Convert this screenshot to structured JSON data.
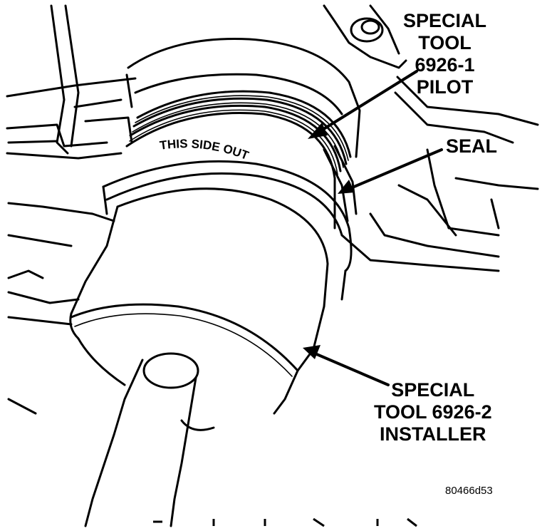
{
  "labels": {
    "pilot": {
      "line1": "SPECIAL",
      "line2": "TOOL",
      "line3": "6926-1",
      "line4": "PILOT"
    },
    "seal": "SEAL",
    "installer": {
      "line1": "SPECIAL",
      "line2": "TOOL 6926-2",
      "line3": "INSTALLER"
    },
    "ring_text": "THIS SIDE OUT",
    "figure_id": "80466d53"
  },
  "colors": {
    "ink": "#000000",
    "paper": "#ffffff"
  }
}
